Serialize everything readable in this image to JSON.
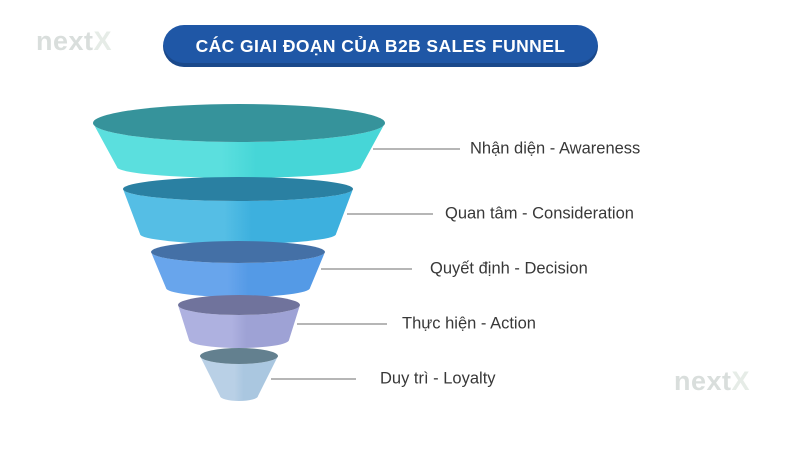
{
  "brand": {
    "logo_text_primary": "next",
    "logo_text_accent": "X",
    "logo_color_primary": "#d9dedc",
    "logo_color_accent": "#e6ece7"
  },
  "header": {
    "title": "CÁC GIAI ĐOẠN CỦA B2B SALES FUNNEL",
    "banner_color": "#1f57a6",
    "title_color": "#ffffff"
  },
  "funnel": {
    "connector_color": "#9e9e9e",
    "label_color": "#383838",
    "stages": [
      {
        "label": "Nhận diện - Awareness",
        "top_color": "#36939b",
        "body_light": "#5bdfde",
        "body_dark": "#46d6d7"
      },
      {
        "label": "Quan tâm - Consideration",
        "top_color": "#2a80a2",
        "body_light": "#55bee5",
        "body_dark": "#3db0de"
      },
      {
        "label": "Quyết định - Decision",
        "top_color": "#4470a6",
        "body_light": "#68a5ec",
        "body_dark": "#549ae6"
      },
      {
        "label": "Thực hiện - Action",
        "top_color": "#70739c",
        "body_light": "#aeb1e0",
        "body_dark": "#9ea2d5"
      },
      {
        "label": "Duy trì - Loyalty",
        "top_color": "#63808f",
        "body_light": "#b9d0e6",
        "body_dark": "#aac7e0"
      }
    ]
  }
}
